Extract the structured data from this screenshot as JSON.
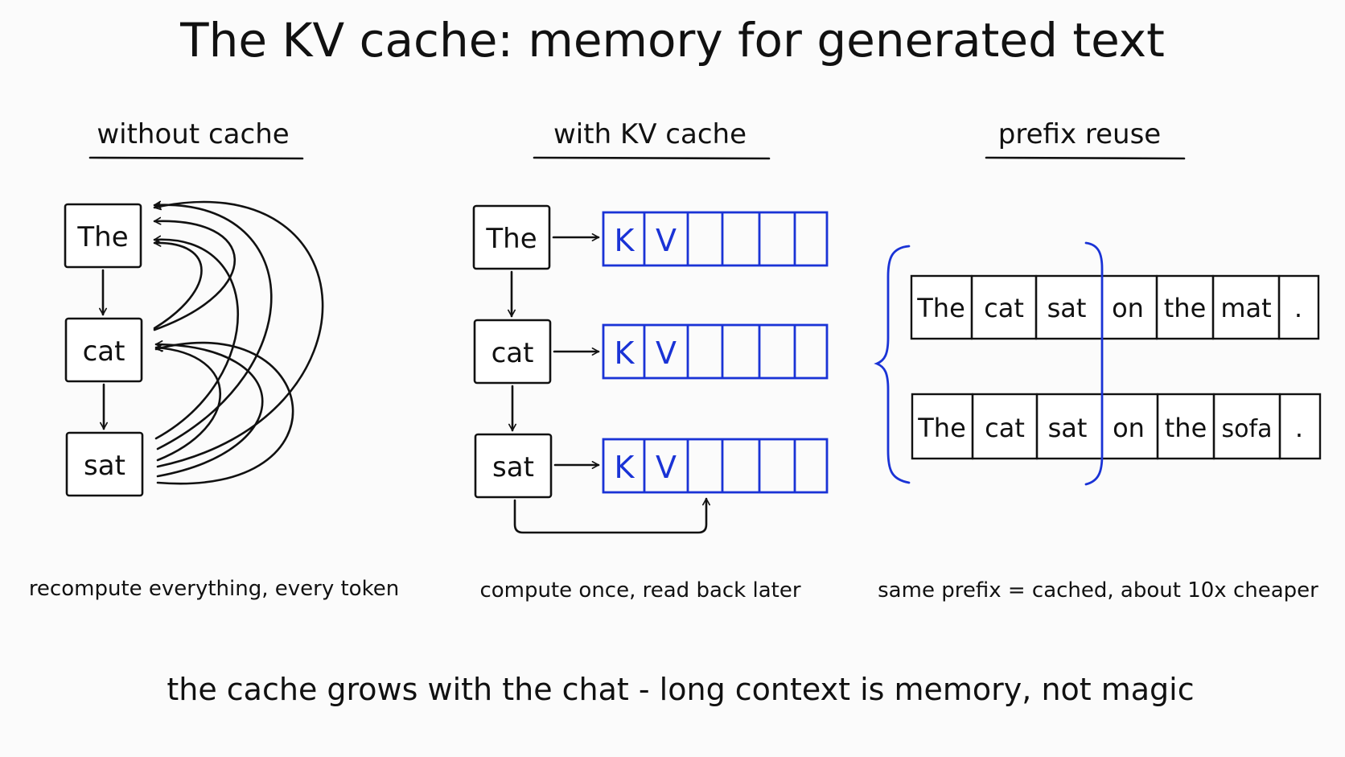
{
  "title": "The KV cache: memory for generated text",
  "colors": {
    "ink": "#111111",
    "cache_blue": "#1a33d6",
    "background": "#fbfbfb"
  },
  "panels": {
    "without_cache": {
      "heading": "without cache",
      "tokens": [
        "The",
        "cat",
        "sat"
      ],
      "caption": "recompute everything, every token"
    },
    "with_kv_cache": {
      "heading": "with KV cache",
      "tokens": [
        "The",
        "cat",
        "sat"
      ],
      "k_label": "K",
      "v_label": "V",
      "caption": "compute once, read back later"
    },
    "prefix_reuse": {
      "heading": "prefix reuse",
      "sequence_1": [
        "The",
        "cat",
        "sat",
        "on",
        "the",
        "mat",
        "."
      ],
      "sequence_2": [
        "The",
        "cat",
        "sat",
        "on",
        "the",
        "sofa",
        "."
      ],
      "caption": "same prefix = cached, about 10x cheaper"
    }
  },
  "footer": "the cache grows with the chat - long context is memory, not magic"
}
